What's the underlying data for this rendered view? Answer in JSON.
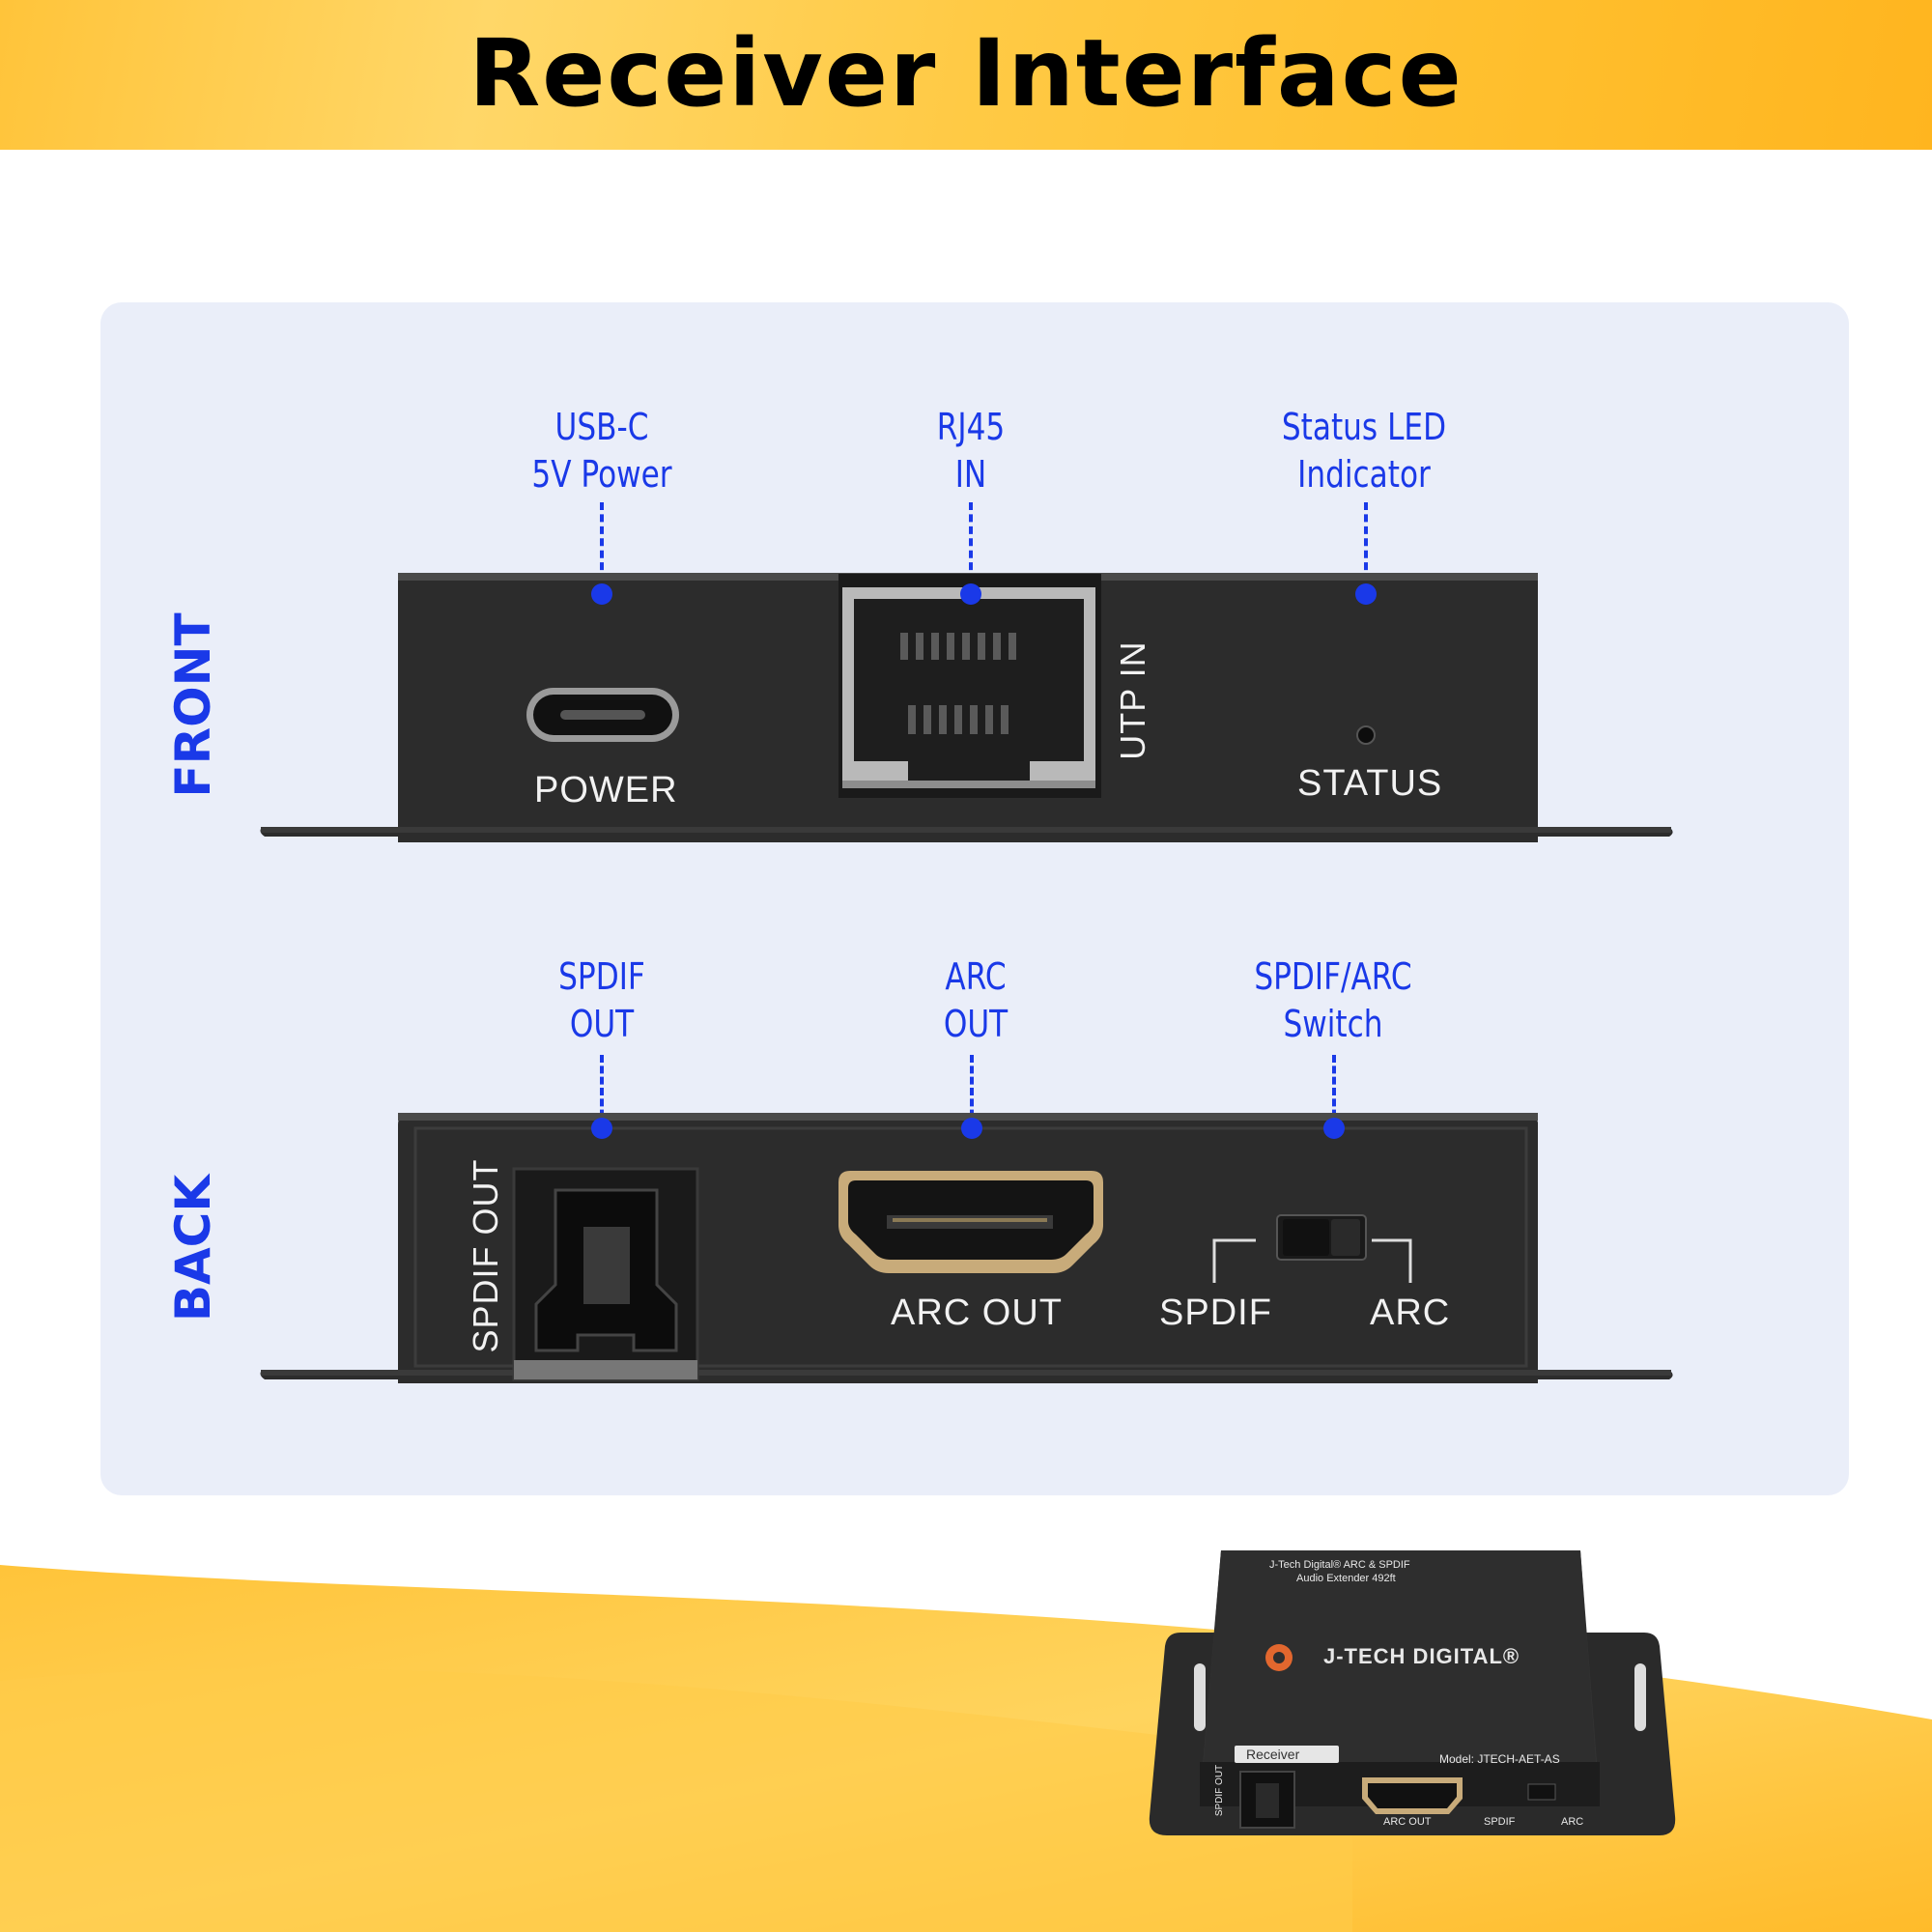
{
  "header": {
    "title": "Receiver Interface"
  },
  "front": {
    "side_label": "FRONT",
    "callouts": [
      {
        "id": "usb-c",
        "lines": [
          "USB-C",
          "5V Power"
        ]
      },
      {
        "id": "rj45",
        "lines": [
          "RJ45",
          "IN"
        ]
      },
      {
        "id": "status",
        "lines": [
          "Status LED",
          "Indicator"
        ]
      }
    ],
    "silkscreen": {
      "power": "POWER",
      "utp_in": "UTP IN",
      "status": "STATUS"
    }
  },
  "back": {
    "side_label": "BACK",
    "callouts": [
      {
        "id": "spdif-out",
        "lines": [
          "SPDIF",
          "OUT"
        ]
      },
      {
        "id": "arc-out",
        "lines": [
          "ARC",
          "OUT"
        ]
      },
      {
        "id": "switch",
        "lines": [
          "SPDIF/ARC",
          "Switch"
        ]
      }
    ],
    "silkscreen": {
      "spdif_out": "SPDIF OUT",
      "arc_out": "ARC OUT",
      "spdif": "SPDIF",
      "arc": "ARC"
    }
  },
  "product": {
    "top_line1": "J-Tech Digital® ARC & SPDIF",
    "top_line2": "Audio Extender 492ft",
    "brand": "J-TECH DIGITAL®",
    "tag": "Receiver",
    "model": "Model: JTECH-AET-AS",
    "port_spdif_out": "SPDIF OUT",
    "port_arc_out": "ARC OUT",
    "port_spdif": "SPDIF",
    "port_arc": "ARC"
  },
  "colors": {
    "accent_blue": "#1a39e8",
    "band_yellow": "#ffc43a",
    "panel_bg": "#eaeef9",
    "device_body": "#2d2d2d"
  }
}
